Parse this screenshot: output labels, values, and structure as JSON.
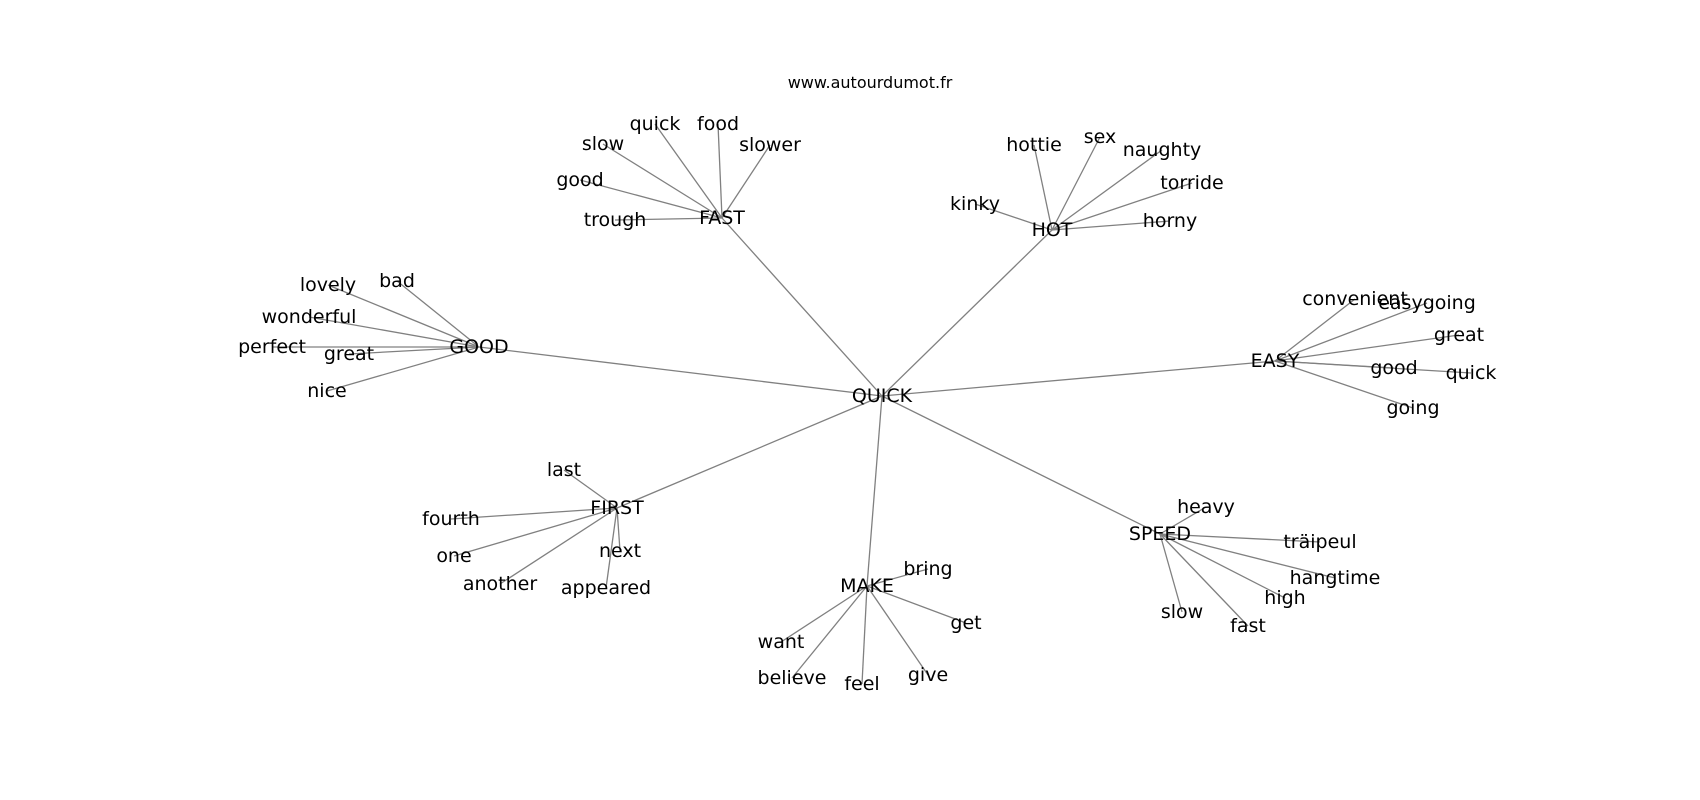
{
  "source": "www.autourdumot.fr",
  "center": "QUICK",
  "clusters": [
    {
      "label": "FAST",
      "leaves": [
        "quick",
        "food",
        "slow",
        "slower",
        "good",
        "trough"
      ]
    },
    {
      "label": "HOT",
      "leaves": [
        "hottie",
        "sex",
        "naughty",
        "torride",
        "kinky",
        "horny"
      ]
    },
    {
      "label": "GOOD",
      "leaves": [
        "lovely",
        "bad",
        "wonderful",
        "perfect",
        "great",
        "nice"
      ]
    },
    {
      "label": "EASY",
      "leaves": [
        "convenient",
        "easygoing",
        "great",
        "good",
        "quick",
        "going"
      ]
    },
    {
      "label": "FIRST",
      "leaves": [
        "last",
        "fourth",
        "one",
        "next",
        "another",
        "appeared"
      ]
    },
    {
      "label": "SPEED",
      "leaves": [
        "heavy",
        "träipeul",
        "hangtime",
        "high",
        "slow",
        "fast"
      ]
    },
    {
      "label": "MAKE",
      "leaves": [
        "bring",
        "get",
        "want",
        "believe",
        "feel",
        "give"
      ]
    }
  ],
  "colors": {
    "edge": "#808080",
    "text": "#000000",
    "background": "#ffffff"
  }
}
